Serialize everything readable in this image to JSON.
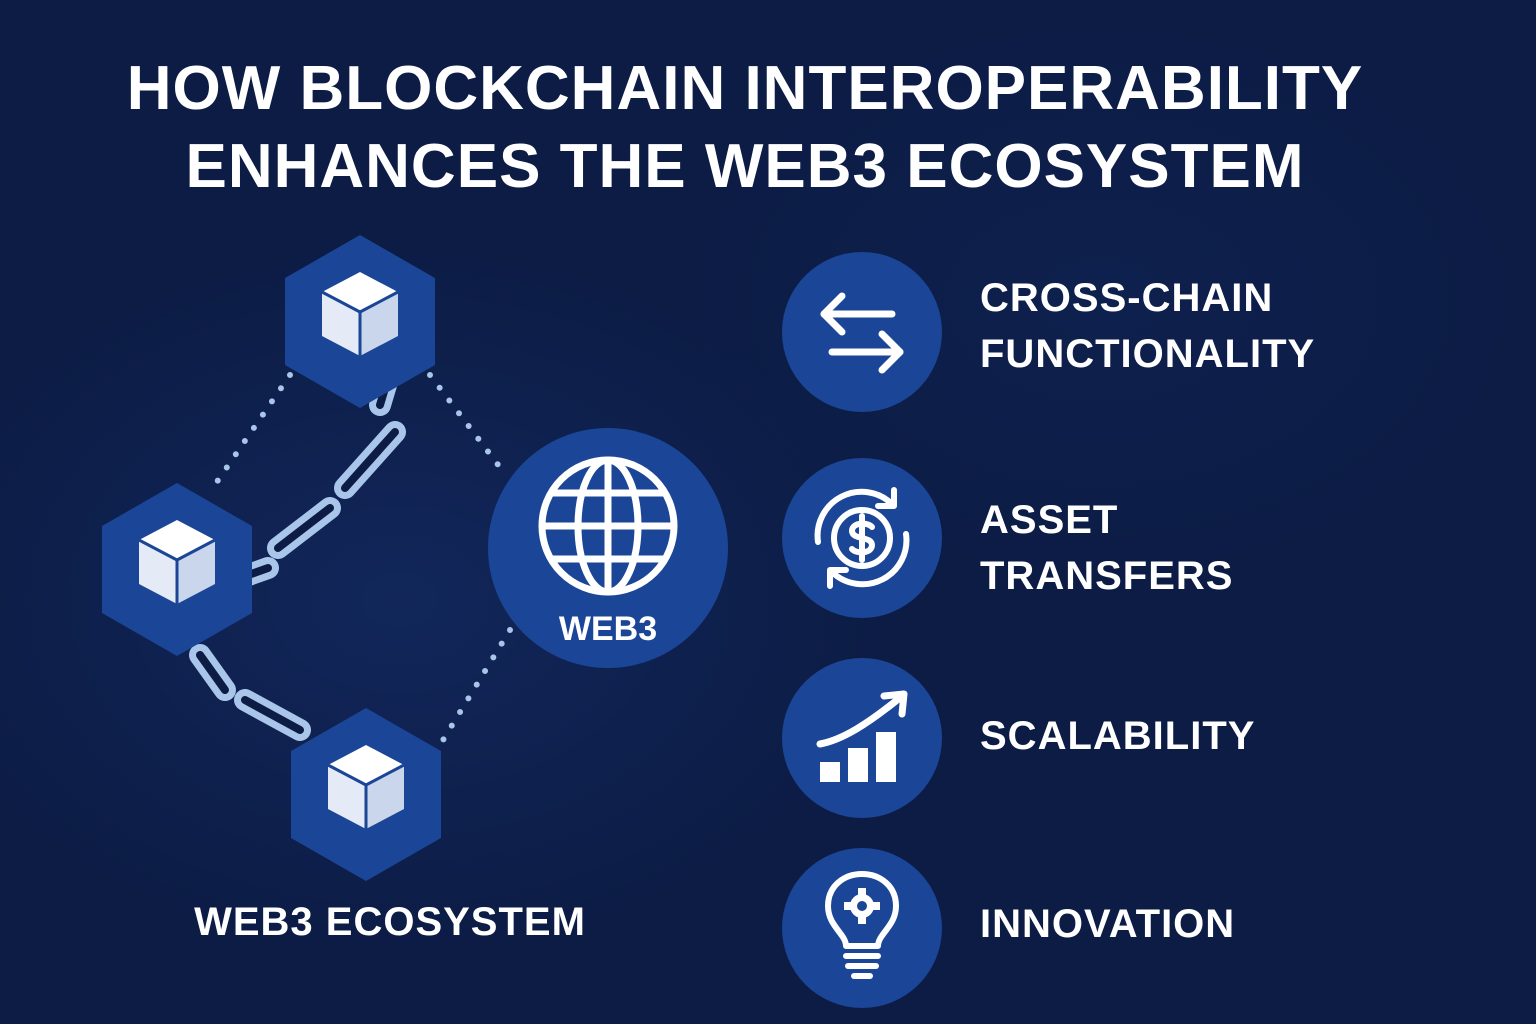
{
  "title": {
    "line1": "HOW BLOCKCHAIN INTEROPERABILITY",
    "line2": "ENHANCES THE WEB3 ECOSYSTEM"
  },
  "diagram": {
    "hub_label": "WEB3",
    "caption": "WEB3 ECOSYSTEM",
    "hub_icon": "globe-icon",
    "node_icon": "cube-icon",
    "connector_icon": "chain-link-icon"
  },
  "features": [
    {
      "label": "CROSS-CHAIN\nFUNCTIONALITY",
      "icon": "swap-arrows-icon"
    },
    {
      "label": "ASSET\nTRANSFERS",
      "icon": "dollar-exchange-icon"
    },
    {
      "label": "SCALABILITY",
      "icon": "growth-chart-icon"
    },
    {
      "label": "INNOVATION",
      "icon": "lightbulb-gear-icon"
    }
  ],
  "colors": {
    "background": "#0c1c45",
    "accent": "#1b4596",
    "chain": "#a9c5ea",
    "text": "#ffffff"
  }
}
